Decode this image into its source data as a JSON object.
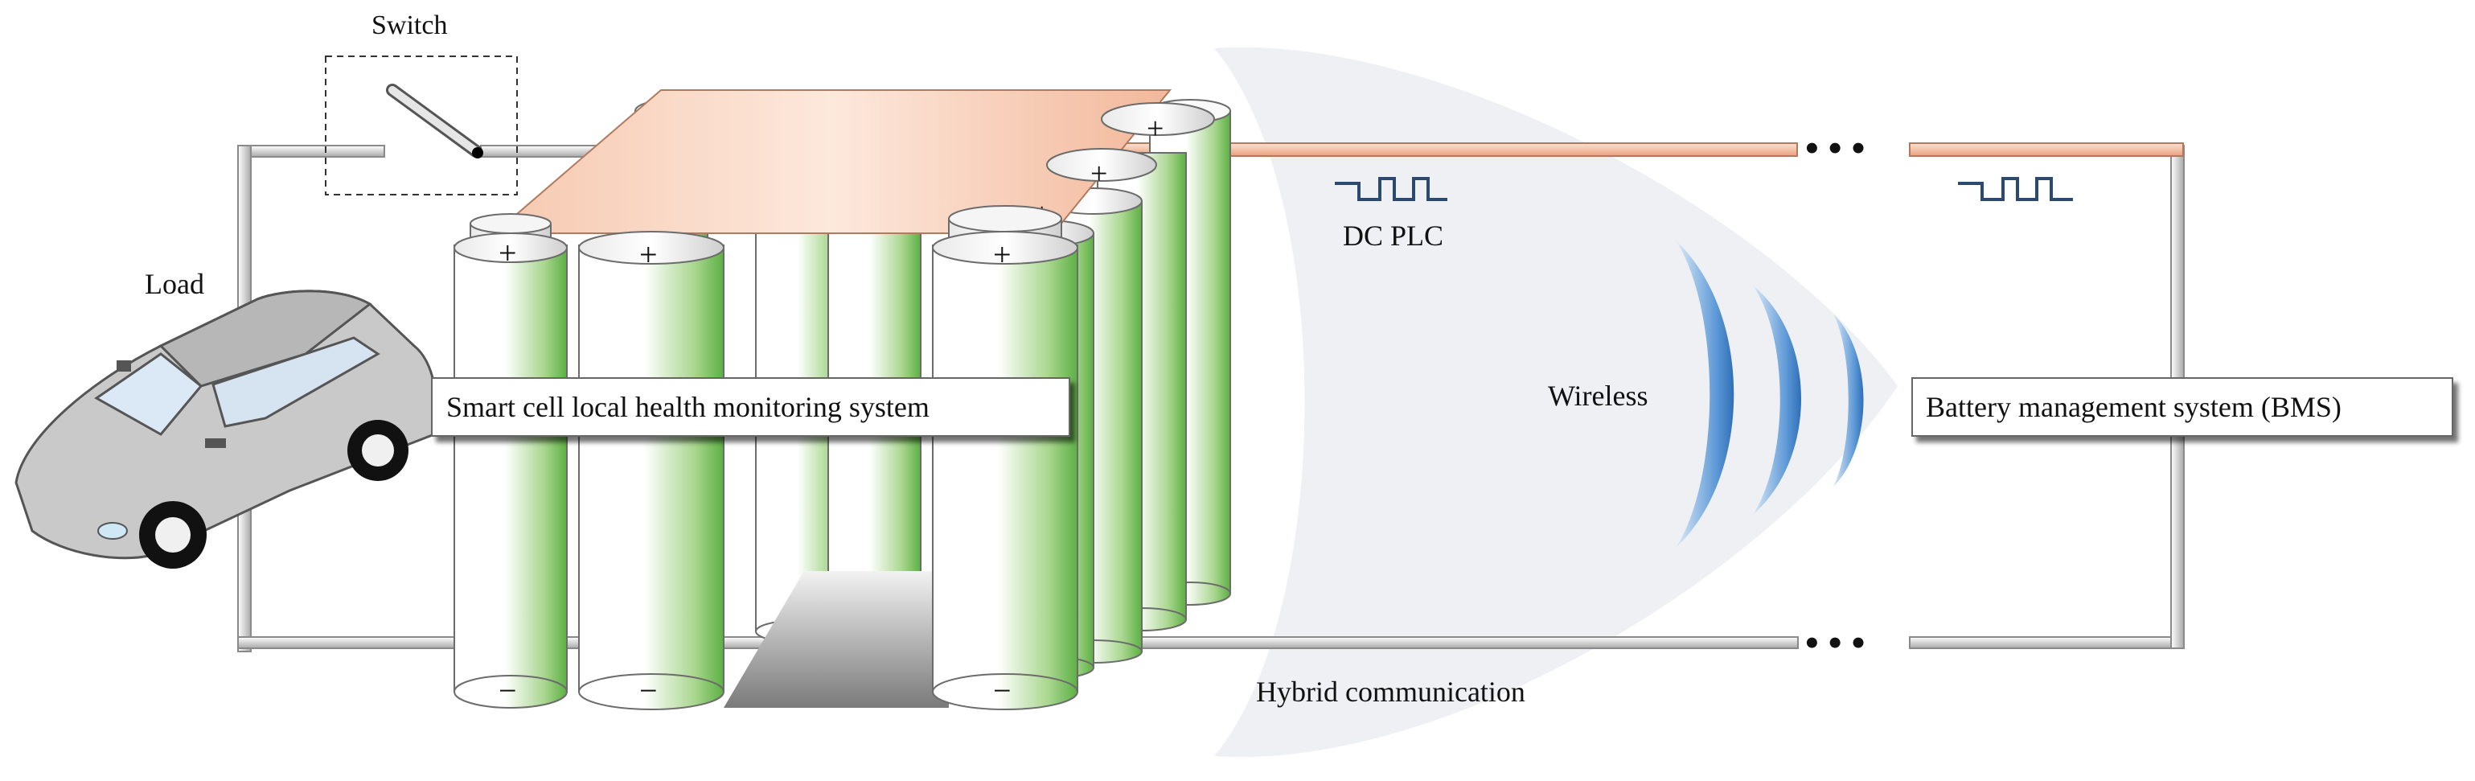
{
  "labels": {
    "switch": "Switch",
    "load": "Load",
    "dc_plc": "DC PLC",
    "wireless": "Wireless",
    "hybrid": "Hybrid communication",
    "local_monitor": "Smart cell local health monitoring system",
    "bms": "Battery management system (BMS)"
  },
  "cell_terminals": {
    "positive": "+",
    "negative": "−"
  },
  "ellipsis": "• • •",
  "colors": {
    "cell_green": "#5cb043",
    "plate": "#f2b89a",
    "wave_blue": "#3f82c9",
    "signal": "#2c4a70",
    "wire": "#c8c8c8",
    "bubble": "#eceff2"
  }
}
